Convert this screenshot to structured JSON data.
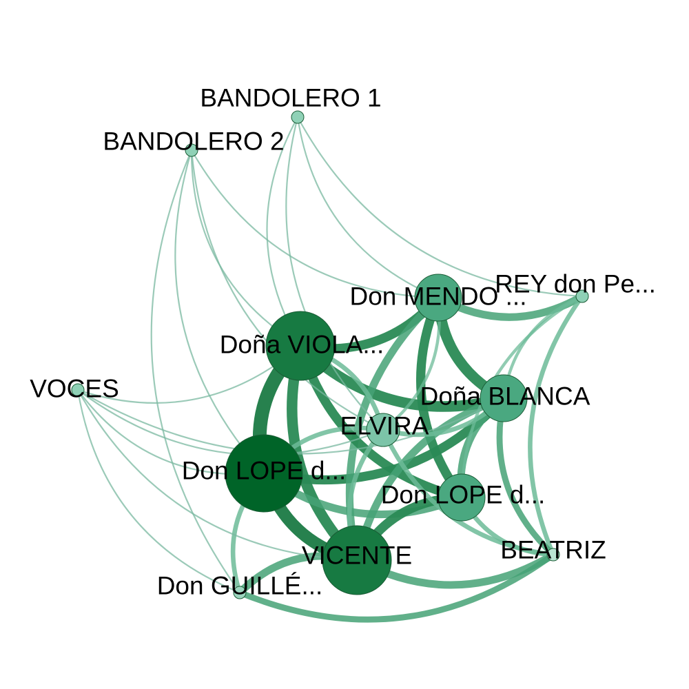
{
  "graph": {
    "nodes": [
      {
        "id": "bandolero1",
        "label": "BANDOLERO 1",
        "weight": 1,
        "color": "#8fd1b6"
      },
      {
        "id": "bandolero2",
        "label": "BANDOLERO 2",
        "weight": 1,
        "color": "#8fd1b6"
      },
      {
        "id": "mendo",
        "label": "Don MENDO ...",
        "weight": 3,
        "color": "#4aa880"
      },
      {
        "id": "rey",
        "label": "REY don Pe...",
        "weight": 1,
        "color": "#8fd1b6"
      },
      {
        "id": "violante",
        "label": "Doña VIOLA...",
        "weight": 5,
        "color": "#177a42"
      },
      {
        "id": "voces",
        "label": "VOCES",
        "weight": 1,
        "color": "#8fd1b6"
      },
      {
        "id": "blanca",
        "label": "Doña BLANCA",
        "weight": 3,
        "color": "#4aa880"
      },
      {
        "id": "elvira",
        "label": "ELVIRA",
        "weight": 2,
        "color": "#7cc4a8"
      },
      {
        "id": "lope1",
        "label": "Don LOPE d...",
        "weight": 6,
        "color": "#006428"
      },
      {
        "id": "lope2",
        "label": "Don LOPE d...",
        "weight": 3,
        "color": "#4aa880"
      },
      {
        "id": "vicente",
        "label": "VICENTE",
        "weight": 5,
        "color": "#177a42"
      },
      {
        "id": "beatriz",
        "label": "BEATRIZ",
        "weight": 1,
        "color": "#b9e4d2"
      },
      {
        "id": "guillen",
        "label": "Don GUILLÉ...",
        "weight": 1,
        "color": "#9dd6bf"
      }
    ],
    "edges": [
      {
        "source": "violante",
        "target": "lope1",
        "weight": 9
      },
      {
        "source": "lope1",
        "target": "vicente",
        "weight": 8
      },
      {
        "source": "violante",
        "target": "vicente",
        "weight": 7
      },
      {
        "source": "lope1",
        "target": "blanca",
        "weight": 6
      },
      {
        "source": "violante",
        "target": "blanca",
        "weight": 7
      },
      {
        "source": "violante",
        "target": "mendo",
        "weight": 6
      },
      {
        "source": "mendo",
        "target": "blanca",
        "weight": 7
      },
      {
        "source": "mendo",
        "target": "lope2",
        "weight": 6
      },
      {
        "source": "mendo",
        "target": "vicente",
        "weight": 5
      },
      {
        "source": "violante",
        "target": "lope2",
        "weight": 6
      },
      {
        "source": "lope1",
        "target": "lope2",
        "weight": 5
      },
      {
        "source": "lope2",
        "target": "vicente",
        "weight": 6
      },
      {
        "source": "blanca",
        "target": "vicente",
        "weight": 5
      },
      {
        "source": "blanca",
        "target": "lope2",
        "weight": 5
      },
      {
        "source": "mendo",
        "target": "rey",
        "weight": 5
      },
      {
        "source": "rey",
        "target": "beatriz",
        "weight": 3
      },
      {
        "source": "vicente",
        "target": "beatriz",
        "weight": 5
      },
      {
        "source": "lope2",
        "target": "beatriz",
        "weight": 3
      },
      {
        "source": "blanca",
        "target": "beatriz",
        "weight": 4
      },
      {
        "source": "vicente",
        "target": "guillen",
        "weight": 5
      },
      {
        "source": "lope1",
        "target": "guillen",
        "weight": 3
      },
      {
        "source": "guillen",
        "target": "beatriz",
        "weight": 4
      },
      {
        "source": "elvira",
        "target": "violante",
        "weight": 3
      },
      {
        "source": "elvira",
        "target": "lope1",
        "weight": 3
      },
      {
        "source": "elvira",
        "target": "vicente",
        "weight": 3
      },
      {
        "source": "elvira",
        "target": "mendo",
        "weight": 2
      },
      {
        "source": "elvira",
        "target": "blanca",
        "weight": 3
      },
      {
        "source": "elvira",
        "target": "beatriz",
        "weight": 3
      },
      {
        "source": "rey",
        "target": "blanca",
        "weight": 2
      },
      {
        "source": "rey",
        "target": "lope2",
        "weight": 2
      },
      {
        "source": "bandolero1",
        "target": "mendo",
        "weight": 1
      },
      {
        "source": "bandolero1",
        "target": "violante",
        "weight": 1
      },
      {
        "source": "bandolero1",
        "target": "elvira",
        "weight": 1
      },
      {
        "source": "bandolero1",
        "target": "rey",
        "weight": 1
      },
      {
        "source": "bandolero2",
        "target": "mendo",
        "weight": 1
      },
      {
        "source": "bandolero2",
        "target": "violante",
        "weight": 1
      },
      {
        "source": "bandolero2",
        "target": "lope1",
        "weight": 1
      },
      {
        "source": "bandolero2",
        "target": "guillen",
        "weight": 1
      },
      {
        "source": "bandolero2",
        "target": "elvira",
        "weight": 1
      },
      {
        "source": "voces",
        "target": "lope1",
        "weight": 1
      },
      {
        "source": "voces",
        "target": "violante",
        "weight": 1
      },
      {
        "source": "voces",
        "target": "vicente",
        "weight": 1
      },
      {
        "source": "voces",
        "target": "elvira",
        "weight": 1
      },
      {
        "source": "voces",
        "target": "blanca",
        "weight": 1
      },
      {
        "source": "voces",
        "target": "guillen",
        "weight": 1
      }
    ]
  }
}
